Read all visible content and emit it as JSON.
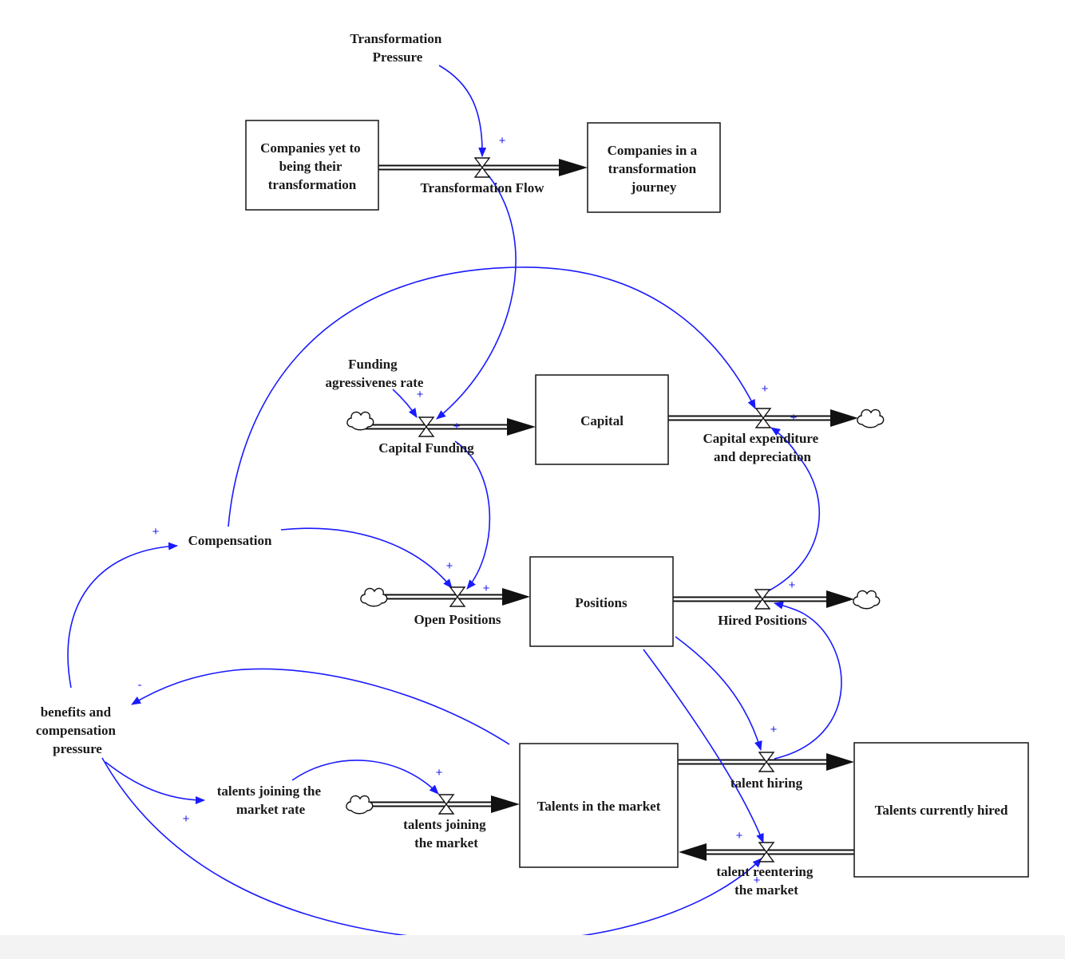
{
  "stocks": [
    {
      "id": "companies-yet",
      "lines": [
        "Companies yet to",
        "being their",
        "transformation"
      ]
    },
    {
      "id": "companies-in",
      "lines": [
        "Companies in a",
        "transformation",
        "journey"
      ]
    },
    {
      "id": "capital",
      "lines": [
        "Capital"
      ]
    },
    {
      "id": "positions",
      "lines": [
        "Positions"
      ]
    },
    {
      "id": "talents-market",
      "lines": [
        "Talents in the market"
      ]
    },
    {
      "id": "talents-hired",
      "lines": [
        "Talents currently hired"
      ]
    }
  ],
  "flows": [
    {
      "id": "transformation-flow",
      "lines": [
        "Transformation Flow"
      ]
    },
    {
      "id": "capital-funding",
      "lines": [
        "Capital Funding"
      ]
    },
    {
      "id": "capex",
      "lines": [
        "Capital expenditure",
        "and depreciation"
      ]
    },
    {
      "id": "open-positions",
      "lines": [
        "Open Positions"
      ]
    },
    {
      "id": "hired-positions",
      "lines": [
        "Hired Positions"
      ]
    },
    {
      "id": "talent-hiring",
      "lines": [
        "talent hiring"
      ]
    },
    {
      "id": "talents-joining",
      "lines": [
        "talents joining",
        "the market"
      ]
    },
    {
      "id": "talent-reentering",
      "lines": [
        "talent reentering",
        "the market"
      ]
    }
  ],
  "variables": [
    {
      "id": "transformation-pressure",
      "lines": [
        "Transformation",
        "Pressure"
      ]
    },
    {
      "id": "funding-rate",
      "lines": [
        "Funding",
        "agressivenes rate"
      ]
    },
    {
      "id": "compensation",
      "lines": [
        "Compensation"
      ]
    },
    {
      "id": "benefits-pressure",
      "lines": [
        "benefits and",
        "compensation",
        "pressure"
      ]
    },
    {
      "id": "joining-rate",
      "lines": [
        "talents joining the",
        "market rate"
      ]
    }
  ],
  "polarities": {
    "p1": "+",
    "p2": "+",
    "p3": "+",
    "p4": "+",
    "p5": "+",
    "p6": "+",
    "p7": "+",
    "p8": "+",
    "p9": "+",
    "p10": "+",
    "p11": "+",
    "p12": "-",
    "p13": "+",
    "p14": "+",
    "p15": "+",
    "p16": "+",
    "p17": "+"
  },
  "colors": {
    "link": "#1a1aff",
    "stock_border": "#222222",
    "text": "#1a1a1a"
  }
}
